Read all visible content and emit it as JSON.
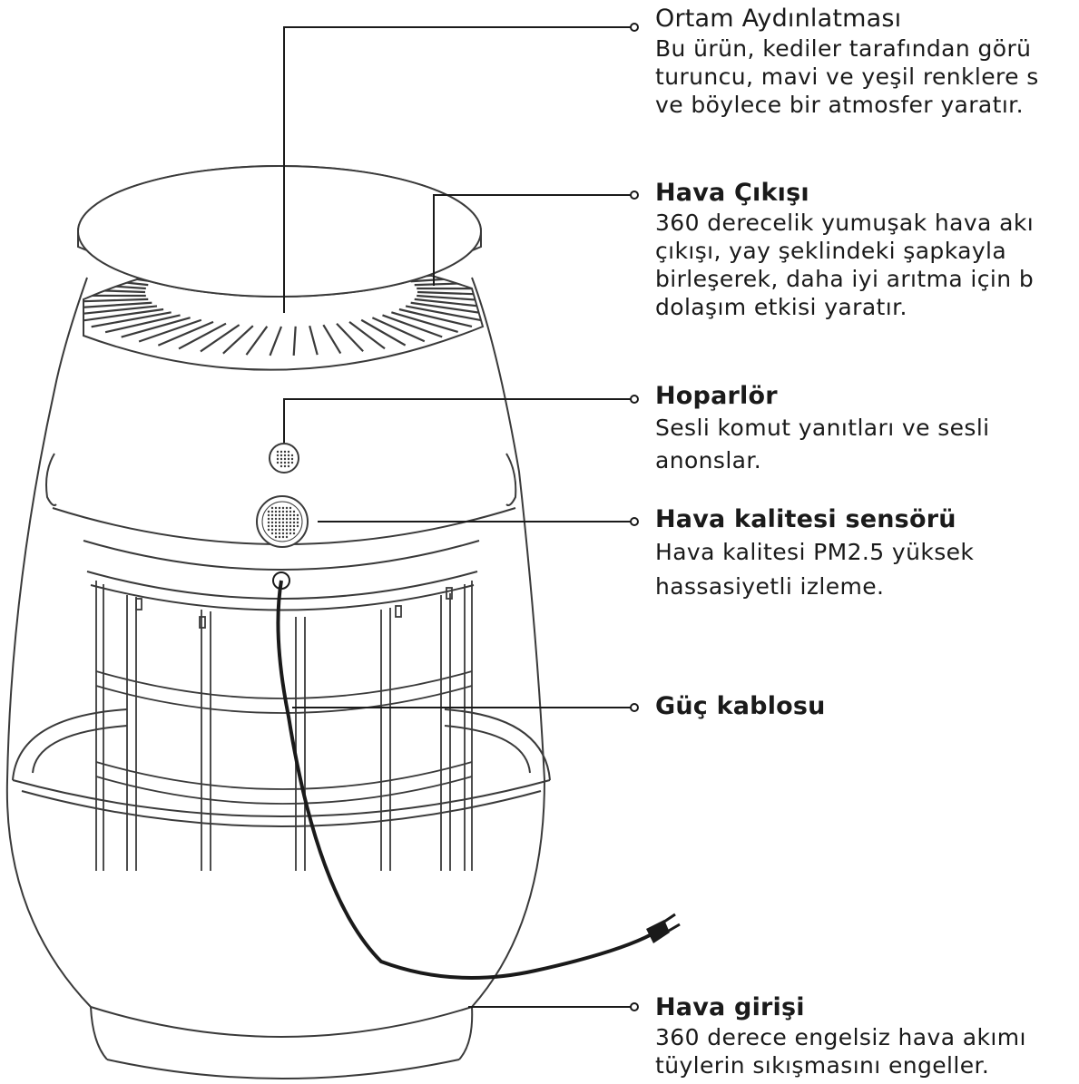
{
  "colors": {
    "line": "#3a3a3a",
    "leader": "#1a1a1a",
    "cable": "#1a1a1a",
    "text": "#1a1a1a"
  },
  "labels": {
    "ambient_light": {
      "title": "Ortam Aydınlatması",
      "desc": [
        "Bu ürün, kediler tarafından görü",
        "turuncu, mavi ve yeşil renklere s",
        "ve böylece bir atmosfer yaratır."
      ]
    },
    "air_outlet": {
      "title": "Hava Çıkışı",
      "desc": [
        "360 derecelik yumuşak hava akı",
        "çıkışı, yay şeklindeki şapkayla",
        "birleşerek, daha iyi arıtma için b",
        "dolaşım etkisi yaratır."
      ]
    },
    "speaker": {
      "title": "Hoparlör",
      "desc": [
        "Sesli komut yanıtları ve sesli",
        "anonslar."
      ]
    },
    "air_quality_sensor": {
      "title": "Hava kalitesi sensörü",
      "desc": [
        "Hava kalitesi PM2.5 yüksek",
        "hassasiyetli izleme."
      ]
    },
    "power_cable": {
      "title": "Güç kablosu"
    },
    "air_inlet": {
      "title": "Hava girişi",
      "desc": [
        "360 derece engelsiz hava akımı",
        "tüylerin sıkışmasını engeller."
      ]
    }
  }
}
